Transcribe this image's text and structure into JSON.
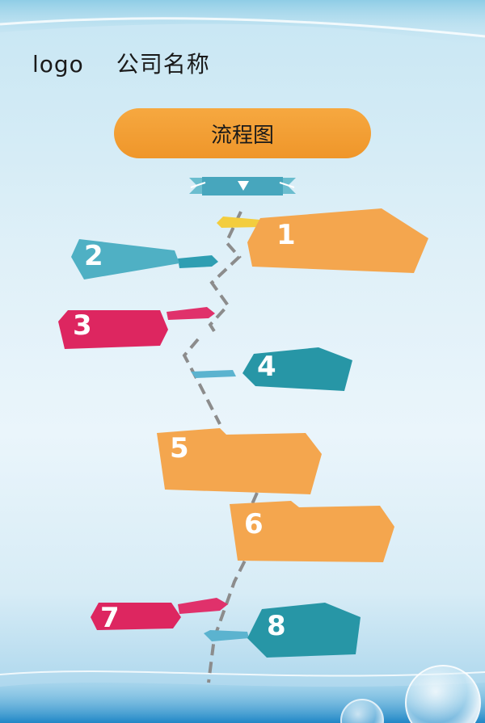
{
  "header": {
    "logo_label": "logo",
    "company_name": "公司名称"
  },
  "title": "流程图",
  "colors": {
    "orange": "#f4a64e",
    "teal": "#2796a6",
    "teal_light": "#4fb0c4",
    "pink": "#dd2660",
    "yellow": "#f3cd3e",
    "title_bg": "#f19a2e"
  },
  "steps": [
    {
      "number": "1",
      "color": "orange"
    },
    {
      "number": "2",
      "color": "teal_light"
    },
    {
      "number": "3",
      "color": "pink"
    },
    {
      "number": "4",
      "color": "teal"
    },
    {
      "number": "5",
      "color": "orange"
    },
    {
      "number": "6",
      "color": "orange"
    },
    {
      "number": "7",
      "color": "pink"
    },
    {
      "number": "8",
      "color": "teal"
    }
  ]
}
